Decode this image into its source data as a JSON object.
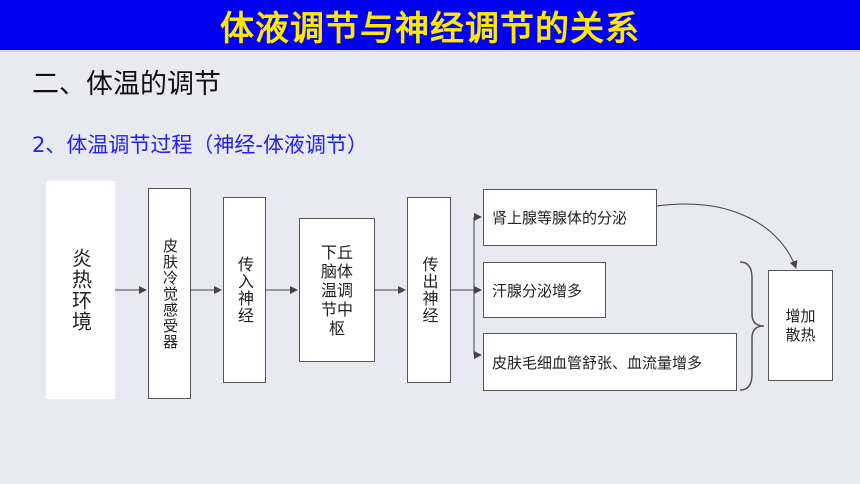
{
  "header": {
    "title": "体液调节与神经调节的关系"
  },
  "section": {
    "heading": "二、体温的调节"
  },
  "subsection": {
    "heading": "2、体温调节过程（神经-体液调节）"
  },
  "flow": {
    "stimulus": "炎热环境",
    "receptor": "皮肤冷觉感受器",
    "afferent": "传入神经",
    "center": "下丘脑体温调节中枢",
    "efferent": "传出神经",
    "effects": [
      "肾上腺等腺体的分泌",
      "汗腺分泌增多",
      "皮肤毛细血管舒张、血流量增多"
    ],
    "result": "增加散热"
  }
}
